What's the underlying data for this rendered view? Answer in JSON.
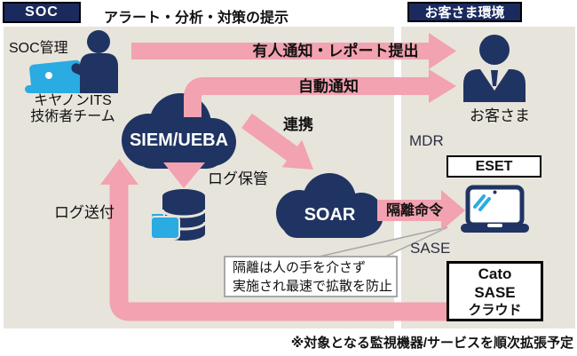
{
  "header": {
    "soc": "SOC",
    "subtitle": "アラート・分析・対策の提示",
    "customer_env": "お客さま環境"
  },
  "soc_area": {
    "manage_label": "SOC管理",
    "team_line1": "キヤノンITS",
    "team_line2": "技術者チーム",
    "siem_label": "SIEM/UEBA",
    "soar_label": "SOAR",
    "log_store_label": "ログ保管",
    "log_send_label": "ログ送付"
  },
  "flows": {
    "manned_notice": "有人通知・レポート提出",
    "auto_notice": "自動通知",
    "cooperation": "連携",
    "isolation_command": "隔離命令"
  },
  "customer_area": {
    "person_label": "お客さま",
    "mdr_label": "MDR",
    "eset_label": "ESET",
    "sase_label": "SASE",
    "cato_line1": "Cato",
    "cato_line2": "SASE",
    "cato_line3": "クラウド"
  },
  "callout": {
    "line1": "隔離は人の手を介さず",
    "line2": "実施され最速で拡散を防止"
  },
  "footnote": "※対象となる監視機器/サービスを順次拡張予定",
  "icons": {
    "soc_analyst": "person-at-laptop-icon",
    "customer": "business-person-icon",
    "siem": "cloud-icon",
    "soar": "cloud-icon",
    "database": "database-with-folder-icon",
    "endpoint": "laptop-icon"
  },
  "colors": {
    "navy": "#1f3462",
    "header_navy": "#1b2a5e",
    "pink": "#f2a2b0",
    "panel_gray": "#e7e4dc",
    "light_blue": "#2aabe2",
    "callout_border": "#a8a8a8"
  }
}
